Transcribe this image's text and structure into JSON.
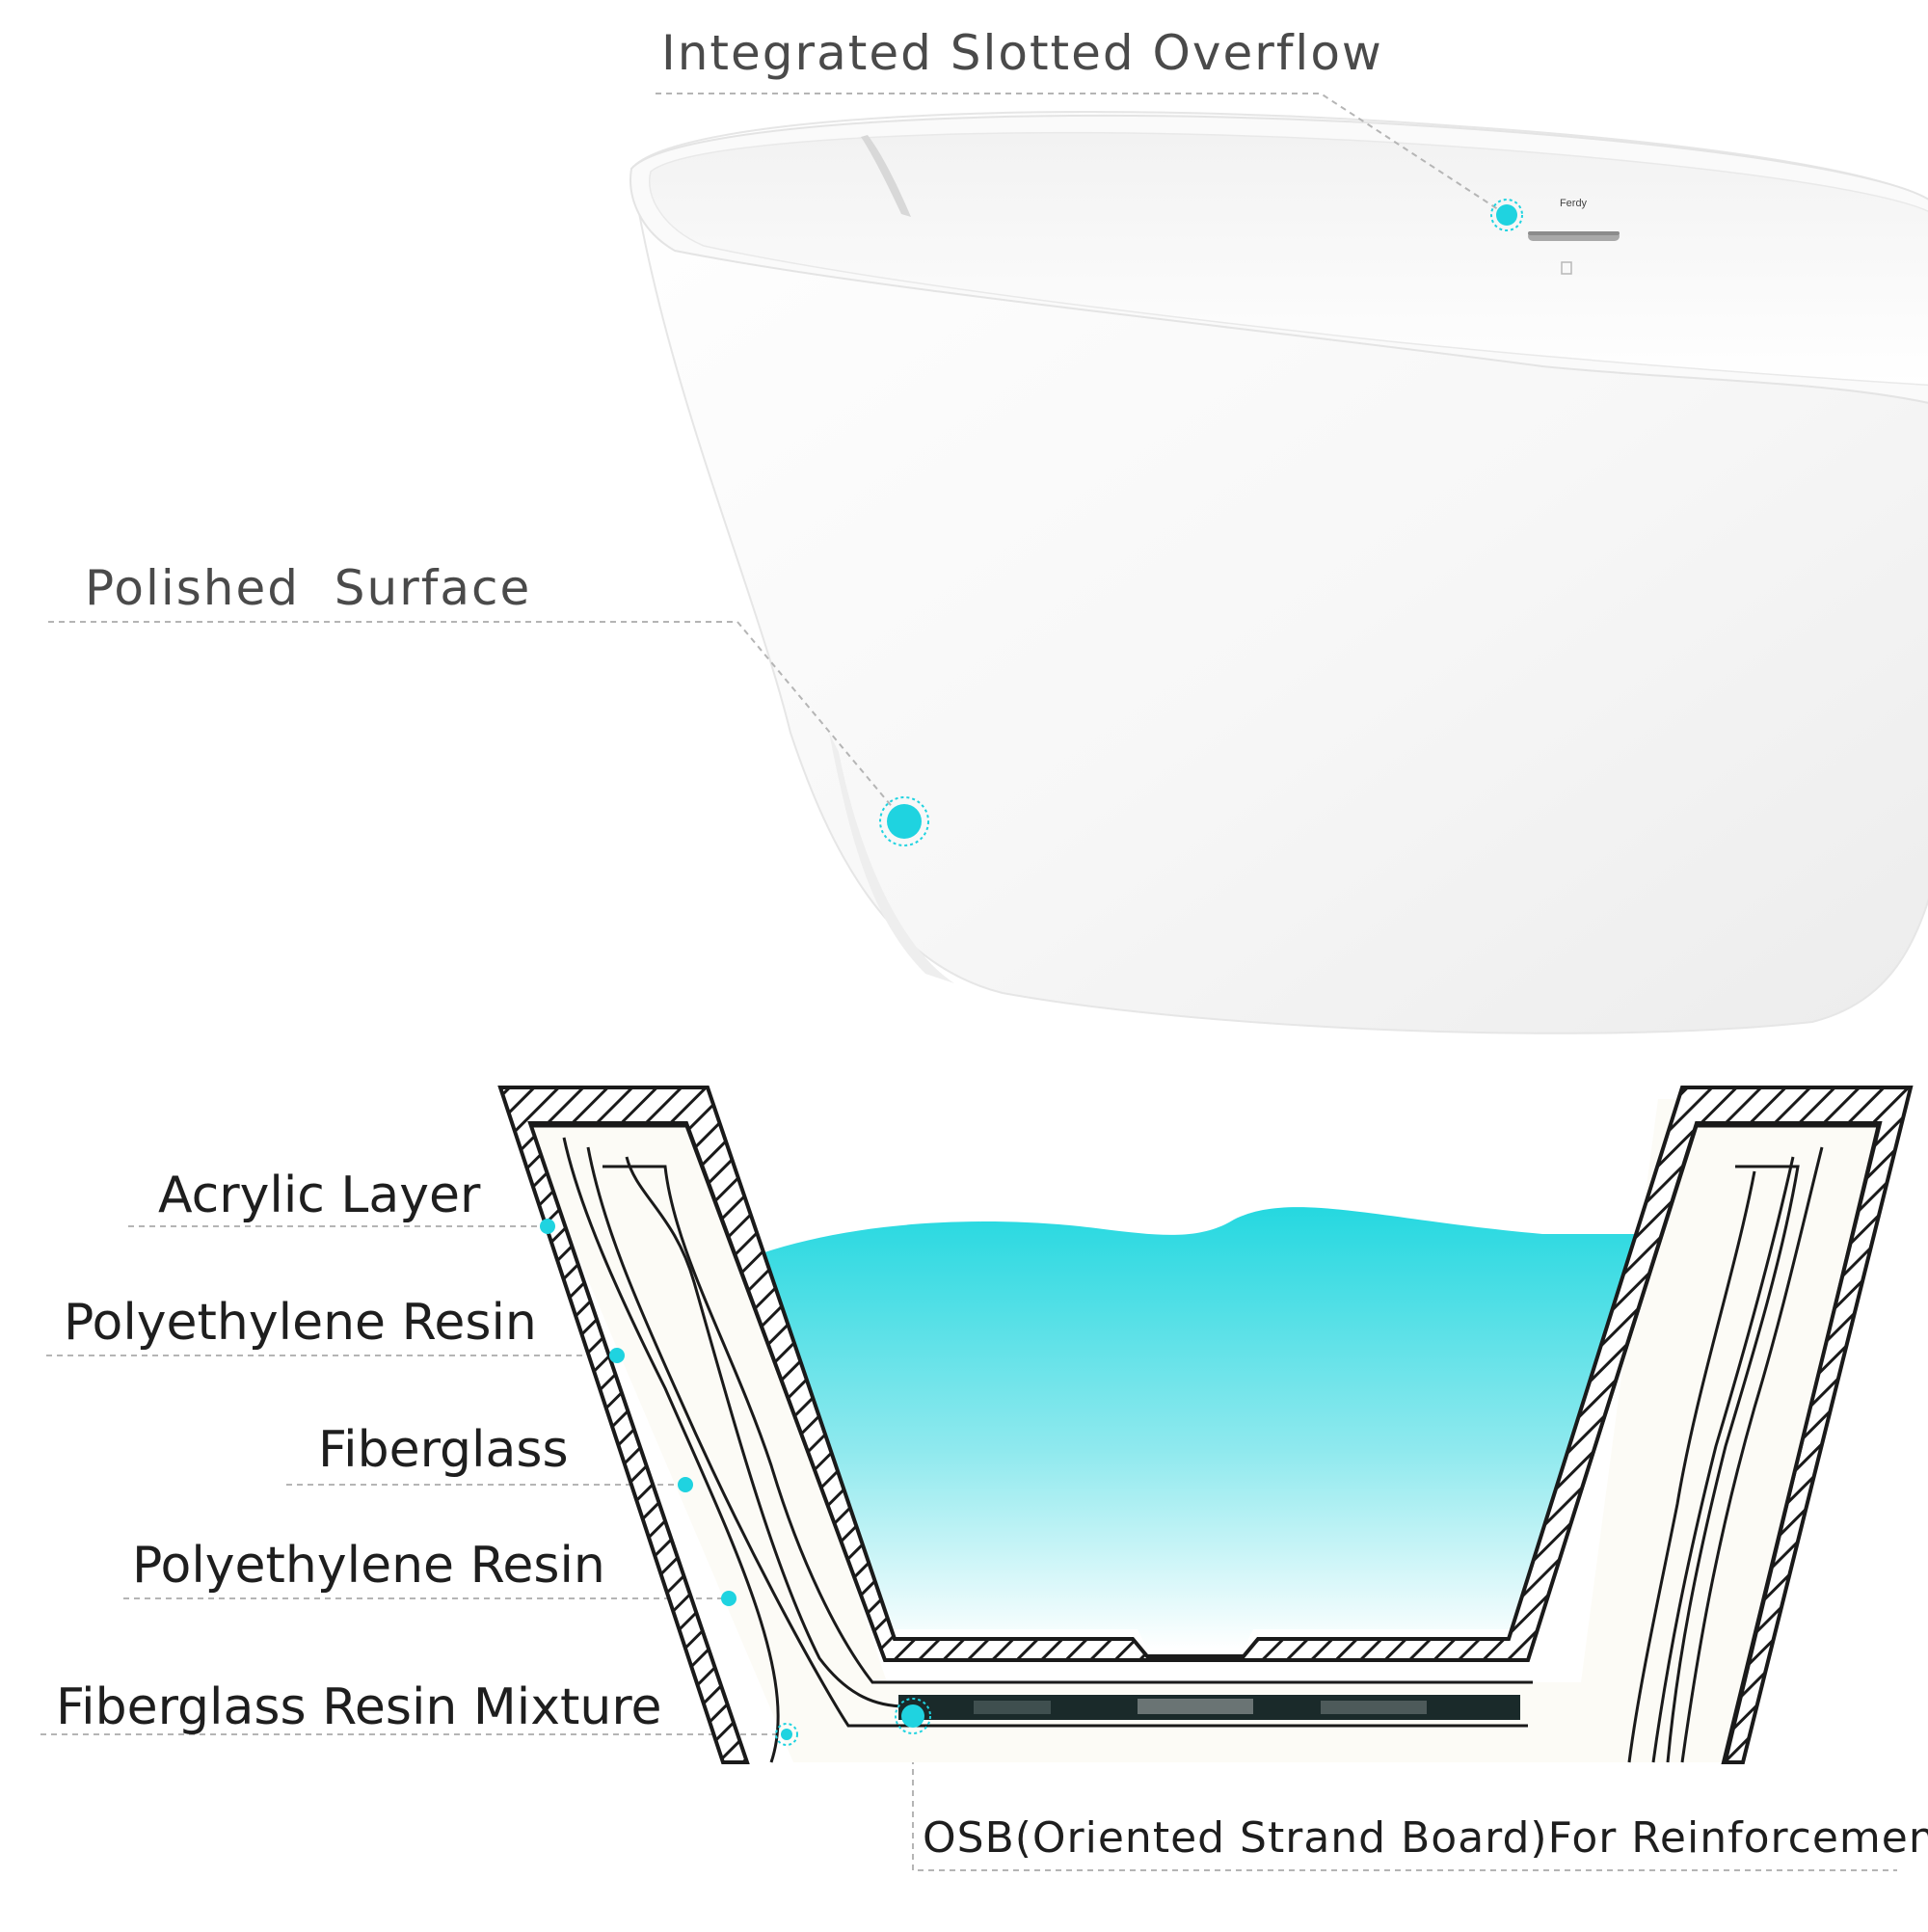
{
  "labels": {
    "overflow": "Integrated Slotted Overflow",
    "surface": "Polished  Surface",
    "acrylic": "Acrylic Layer",
    "resin_1": "Polyethylene Resin",
    "fiberglass": "Fiberglass",
    "resin_2": "Polyethylene Resin",
    "mixture": "Fiberglass Resin Mixture",
    "osb": "OSB(Oriented Strand Board)For Reinforcement"
  },
  "overflow_brand": "Ferdy",
  "colors": {
    "accent": "#1fd3e0",
    "water_top": "#25d8e0",
    "water_bottom": "#ffffff",
    "leader_line": "#b5b5b5",
    "layer_fill": "#fcfbf6",
    "outline": "#1a1a1a"
  }
}
